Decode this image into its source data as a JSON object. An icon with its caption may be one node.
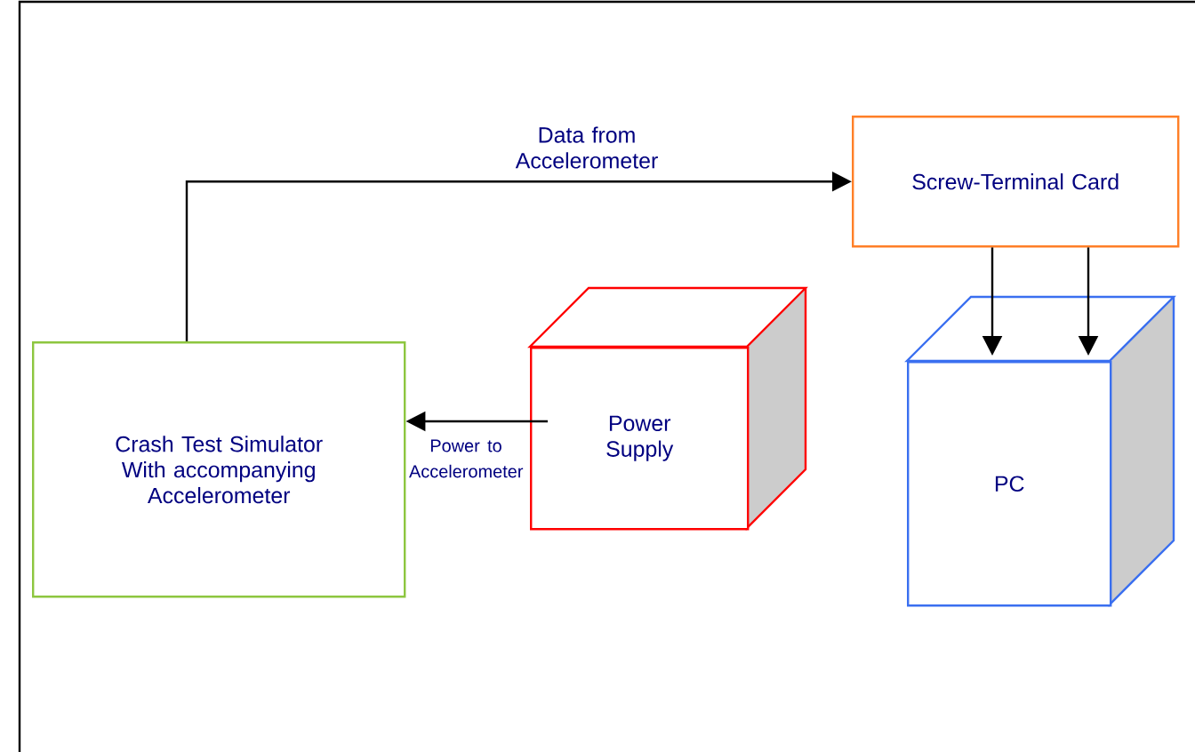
{
  "diagram": {
    "nodes": [
      {
        "text": [
          "Crash Test Simulator With accompanying Accelerometer"
        ]
      },
      {
        "text": [
          "Power Supply"
        ]
      },
      {
        "text": [
          "Screw-Terminal Card"
        ]
      },
      {
        "text": [
          "PC"
        ]
      }
    ],
    "edges": [
      {
        "from": 0,
        "to": 2,
        "arrow": "to",
        "label": "Data from Accelerometer"
      },
      {
        "from": 1,
        "to": 0,
        "arrow": "to",
        "label": "Power to Accelerometer"
      },
      {
        "from": 2,
        "to": 3,
        "arrow": "to"
      },
      {
        "from": 2,
        "to": 3,
        "arrow": "to"
      }
    ]
  }
}
